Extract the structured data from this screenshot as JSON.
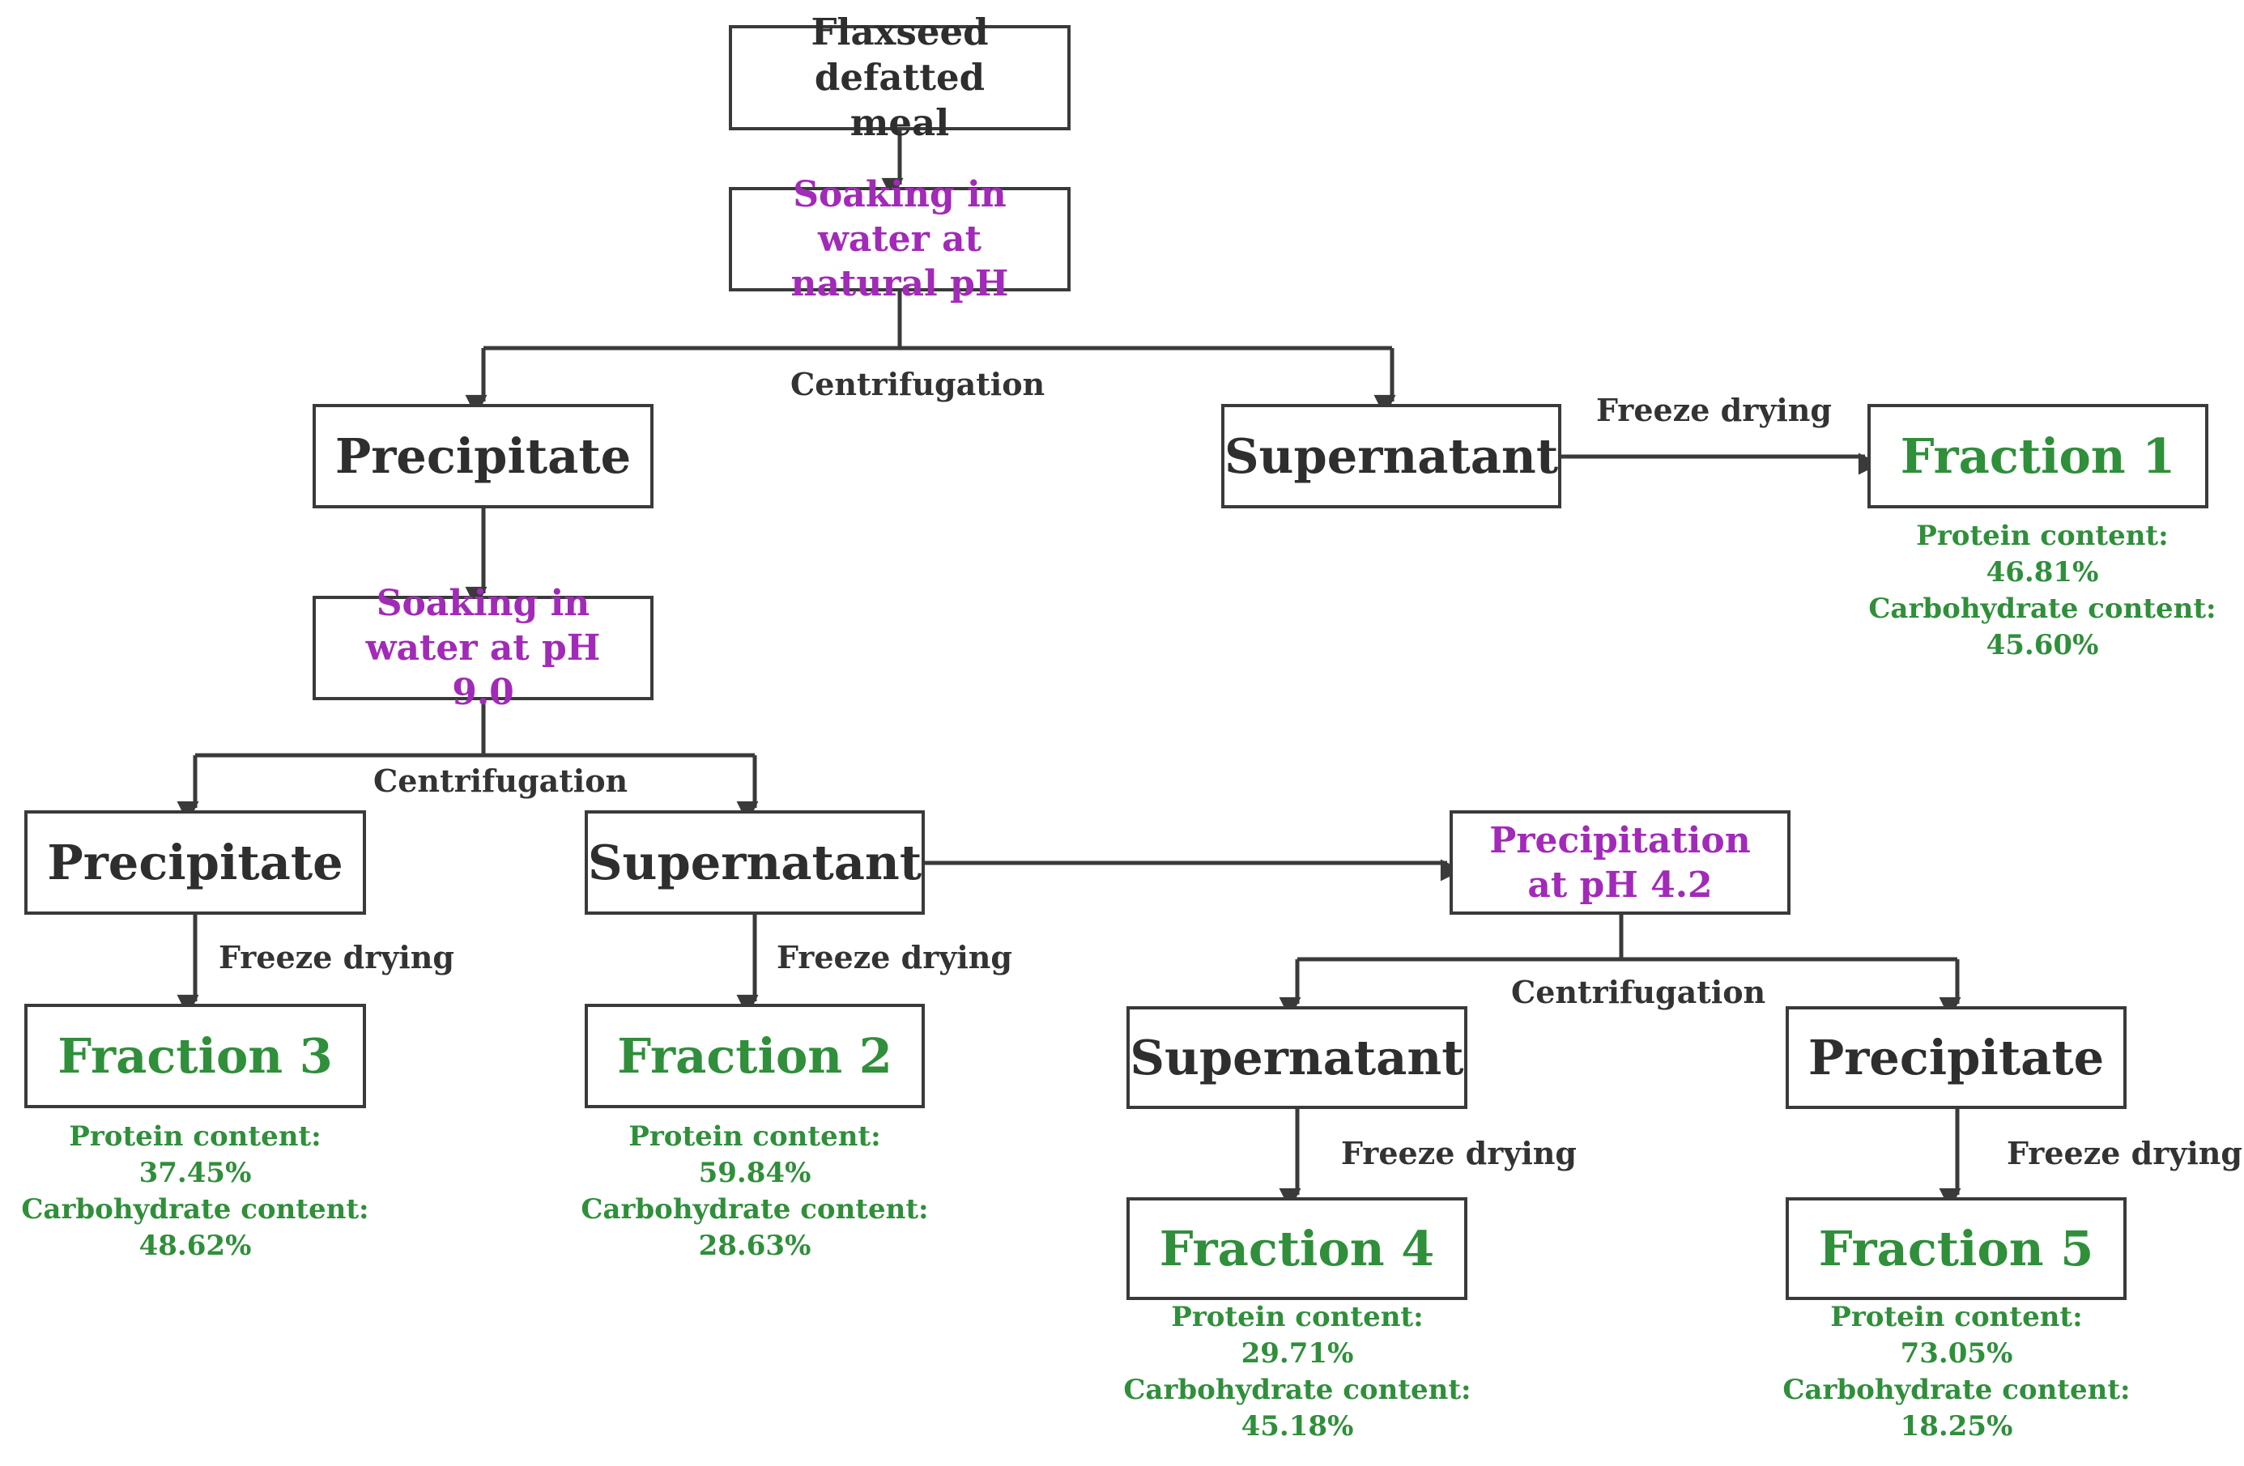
{
  "colors": {
    "line": "#3a3a3a",
    "text": "#2e2e2e",
    "process": "#a22ab8",
    "fraction": "#2f8f3a"
  },
  "nodes": {
    "start": "Flaxseed defatted meal",
    "soak_natural": "Soaking in water at natural pH",
    "precipitate_1": "Precipitate",
    "supernatant_1": "Supernatant",
    "fraction_1": "Fraction 1",
    "soak_ph9": "Soaking in water at pH 9.0",
    "precipitate_2": "Precipitate",
    "supernatant_2": "Supernatant",
    "precip_ph42": "Precipitation at pH 4.2",
    "fraction_3": "Fraction 3",
    "fraction_2": "Fraction 2",
    "supernatant_3": "Supernatant",
    "precipitate_3": "Precipitate",
    "fraction_4": "Fraction 4",
    "fraction_5": "Fraction 5"
  },
  "edges": {
    "centrifugation_1": "Centrifugation",
    "centrifugation_2": "Centrifugation",
    "centrifugation_3": "Centrifugation",
    "freeze_1": "Freeze drying",
    "freeze_3": "Freeze drying",
    "freeze_2": "Freeze drying",
    "freeze_4": "Freeze drying",
    "freeze_5": "Freeze drying"
  },
  "stats": {
    "protein_label": "Protein content:",
    "carb_label": "Carbohydrate content:",
    "fraction_1": {
      "protein": "46.81%",
      "carb": "45.60%"
    },
    "fraction_3": {
      "protein": "37.45%",
      "carb": "48.62%"
    },
    "fraction_2": {
      "protein": "59.84%",
      "carb": "28.63%"
    },
    "fraction_4": {
      "protein": "29.71%",
      "carb": "45.18%"
    },
    "fraction_5": {
      "protein": "73.05%",
      "carb": "18.25%"
    }
  }
}
